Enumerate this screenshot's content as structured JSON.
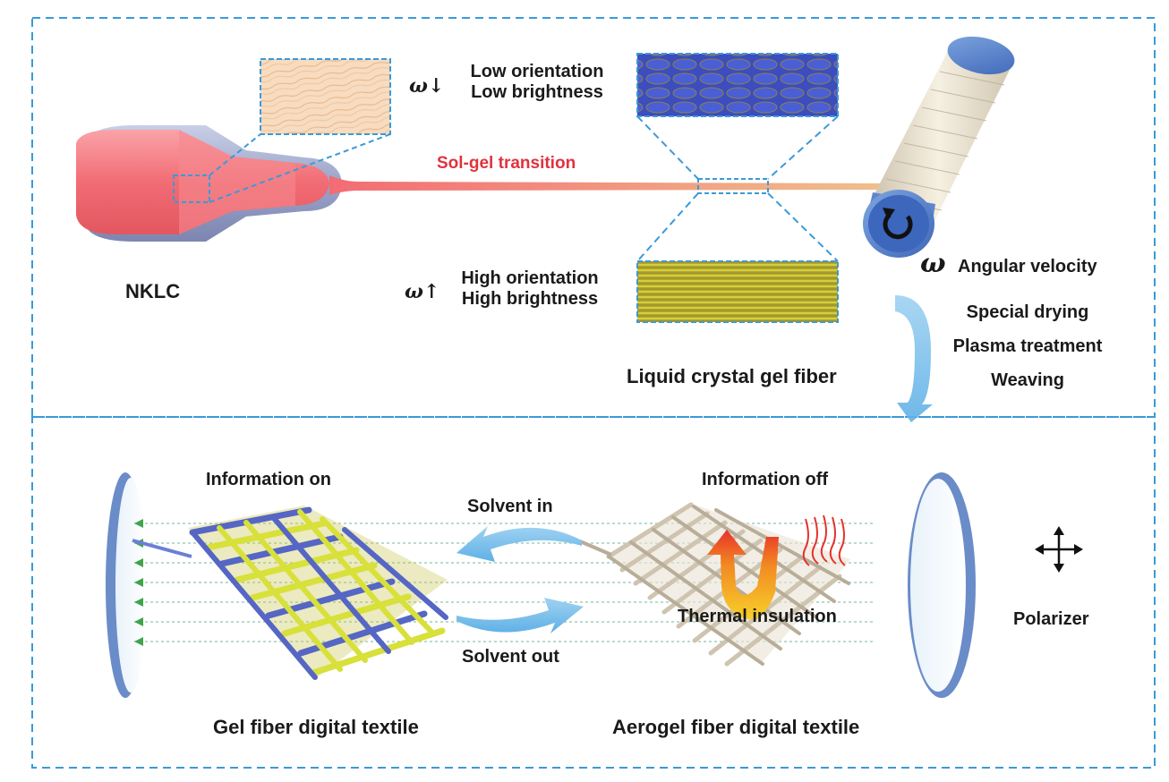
{
  "top": {
    "source_label": "NKLC",
    "transition_label": "Sol-gel transition",
    "low_symbol": "ω↓",
    "low_line1": "Low orientation",
    "low_line2": "Low brightness",
    "high_symbol": "ω↑",
    "high_line1": "High orientation",
    "high_line2": "High brightness",
    "fiber_label": "Liquid crystal gel fiber",
    "omega_symbol": "ω",
    "angular_velocity": "Angular velocity",
    "steps": [
      "Special drying",
      "Plasma treatment",
      "Weaving"
    ]
  },
  "bottom": {
    "info_on": "Information on",
    "info_off": "Information off",
    "solvent_in": "Solvent in",
    "solvent_out": "Solvent out",
    "thermal": "Thermal insulation",
    "polarizer": "Polarizer",
    "gel_textile": "Gel fiber digital textile",
    "aerogel_textile": "Aerogel fiber digital textile"
  },
  "colors": {
    "frame_dash": "#3a9ad9",
    "nozzle": "#f07f86",
    "fiber": "#f2b08a",
    "transition_text": "#e0323e",
    "arrow_blue": "#7ec1ec",
    "yarn_yellow": "#d8e03a",
    "yarn_blue": "#5566c4",
    "yarn_beige": "#d8cfc0",
    "heat_red": "#e8312a",
    "heat_yellow": "#f7c22a"
  }
}
